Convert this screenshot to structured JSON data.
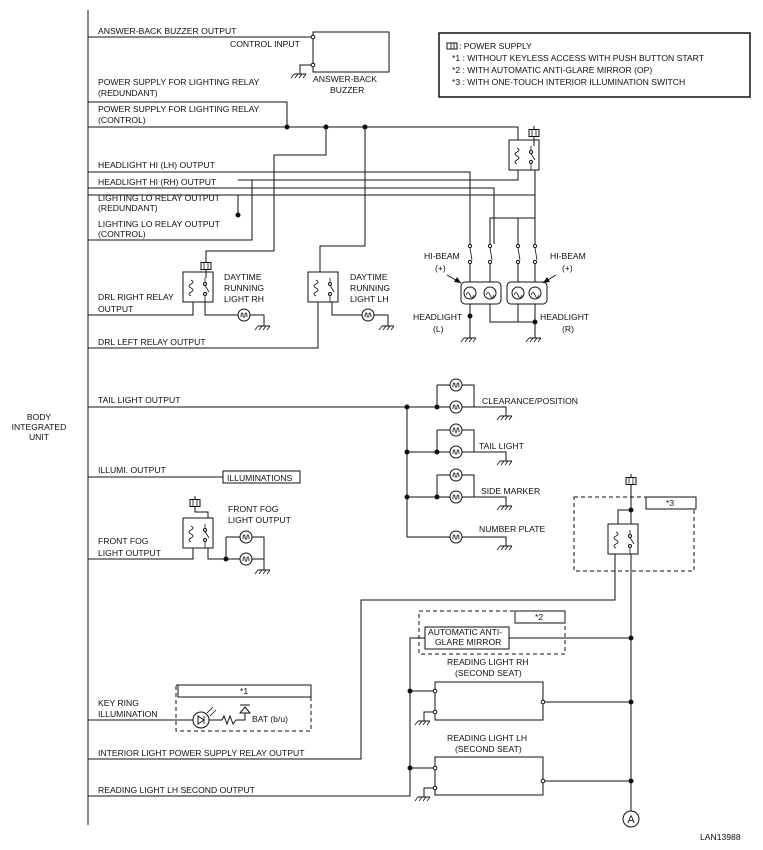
{
  "unit_label": [
    "BODY",
    "INTEGRATED",
    "UNIT"
  ],
  "signals": {
    "answer_back": "ANSWER-BACK BUZZER OUTPUT",
    "control_input": "CONTROL INPUT",
    "buzzer": [
      "ANSWER-BACK",
      "BUZZER"
    ],
    "ps_relay_red": [
      "POWER SUPPLY FOR LIGHTING RELAY",
      "(REDUNDANT)"
    ],
    "ps_relay_ctl": [
      "POWER SUPPLY FOR LIGHTING RELAY",
      "(CONTROL)"
    ],
    "hi_lh": "HEADLIGHT HI (LH) OUTPUT",
    "hi_rh": "HEADLIGHT HI (RH) OUTPUT",
    "lo_red": [
      "LIGHTING LO RELAY OUTPUT",
      "(REDUNDANT)"
    ],
    "lo_ctl": [
      "LIGHTING LO RELAY OUTPUT",
      "(CONTROL)"
    ],
    "drl_right": [
      "DRL RIGHT RELAY",
      "OUTPUT"
    ],
    "drl_left": "DRL LEFT RELAY OUTPUT",
    "drl_rh_lamp": [
      "DAYTIME",
      "RUNNING",
      "LIGHT RH"
    ],
    "drl_lh_lamp": [
      "DAYTIME",
      "RUNNING",
      "LIGHT LH"
    ],
    "hi_beam_l": [
      "HI-BEAM",
      "(+)"
    ],
    "hi_beam_r": [
      "HI-BEAM",
      "(+)"
    ],
    "headlight_l": [
      "HEADLIGHT",
      "(L)"
    ],
    "headlight_r": [
      "HEADLIGHT",
      "(R)"
    ],
    "tail": "TAIL LIGHT OUTPUT",
    "clearance": "CLEARANCE/POSITION",
    "tail_light": "TAIL LIGHT",
    "side_marker": "SIDE MARKER",
    "number_plate": "NUMBER PLATE",
    "illumi": "ILLUMI. OUTPUT",
    "illuminations": "ILLUMINATIONS",
    "fog_output": [
      "FRONT FOG",
      "LIGHT OUTPUT"
    ],
    "fog_lamp": [
      "FRONT FOG",
      "LIGHT OUTPUT"
    ],
    "key_ring": [
      "KEY RING",
      "ILLUMINATION"
    ],
    "bat": "BAT (b/u)",
    "interior_relay": "INTERIOR LIGHT POWER SUPPLY RELAY OUTPUT",
    "reading_lh_out": "READING LIGHT LH SECOND OUTPUT",
    "mirror": [
      "AUTOMATIC ANTI-",
      "GLARE MIRROR"
    ],
    "reading_rh": [
      "READING LIGHT RH",
      "(SECOND SEAT)"
    ],
    "reading_lh": [
      "READING LIGHT LH",
      "(SECOND SEAT)"
    ],
    "connector_a": "A"
  },
  "notes": {
    "n1": "*1",
    "n2": "*2",
    "n3": "*3"
  },
  "legend": {
    "power": ": POWER SUPPLY",
    "l1": "*1 : WITHOUT KEYLESS ACCESS WITH PUSH BUTTON START",
    "l2": "*2 : WITH AUTOMATIC ANTI-GLARE MIRROR (OP)",
    "l3": "*3 : WITH ONE-TOUCH INTERIOR ILLUMINATION SWITCH"
  },
  "figure_id": "LAN13988"
}
